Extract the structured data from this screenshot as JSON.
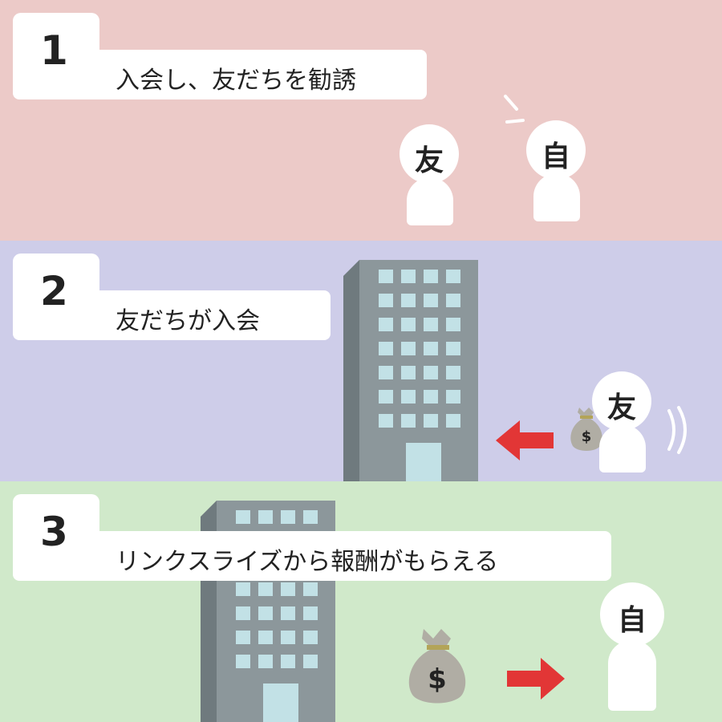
{
  "colors": {
    "panel1_bg": "#eccac8",
    "panel2_bg": "#cecde9",
    "panel3_bg": "#d0e9ca",
    "building_face": "#8c979b",
    "building_side": "#6f7a7e",
    "window": "#c2e1e6",
    "arrow": "#e23636",
    "bag": "#b0ada4",
    "bag_tie": "#b3a458"
  },
  "steps": [
    {
      "number": "1",
      "label": "入会し、友だちを勧誘",
      "people": [
        {
          "char": "友",
          "icon": "person-icon"
        },
        {
          "char": "自",
          "icon": "person-icon"
        }
      ],
      "icons": [
        "speech-burst-icon"
      ]
    },
    {
      "number": "2",
      "label": "友だちが入会",
      "people": [
        {
          "char": "友",
          "icon": "person-icon"
        }
      ],
      "icons": [
        "building-icon",
        "money-bag-icon",
        "arrow-left-icon",
        "sound-wave-icon"
      ],
      "bag_symbol": "$"
    },
    {
      "number": "3",
      "label": "リンクスライズから報酬がもらえる",
      "people": [
        {
          "char": "自",
          "icon": "person-icon"
        }
      ],
      "icons": [
        "building-icon",
        "money-bag-icon",
        "arrow-right-icon"
      ],
      "bag_symbol": "$"
    }
  ]
}
